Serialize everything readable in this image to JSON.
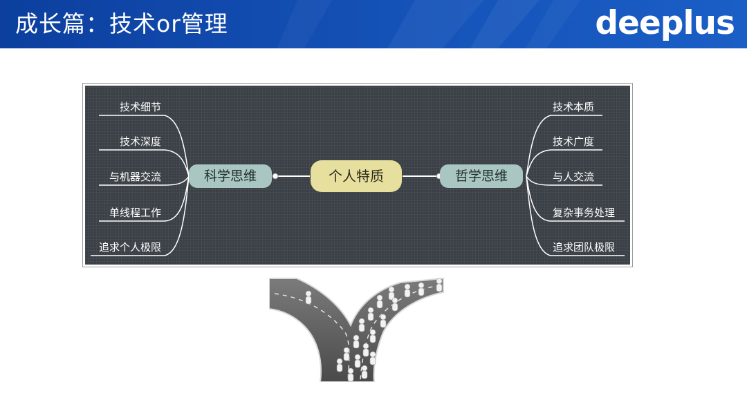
{
  "header": {
    "title": "成长篇：技术or管理",
    "logo": "deeplus"
  },
  "mindmap": {
    "center": "个人特质",
    "left_branch": {
      "label": "科学思维",
      "leaves": [
        "技术细节",
        "技术深度",
        "与机器交流",
        "单线程工作",
        "追求个人极限"
      ]
    },
    "right_branch": {
      "label": "哲学思维",
      "leaves": [
        "技术本质",
        "技术广度",
        "与人交流",
        "复杂事务处理",
        "追求团队极限"
      ]
    },
    "colors": {
      "board": "#3a4046",
      "branch_fill": "#a9c6c3",
      "center_fill": "#e7df9e",
      "line": "#ffffff"
    }
  },
  "illustration": {
    "icon": "forked-road-people"
  }
}
